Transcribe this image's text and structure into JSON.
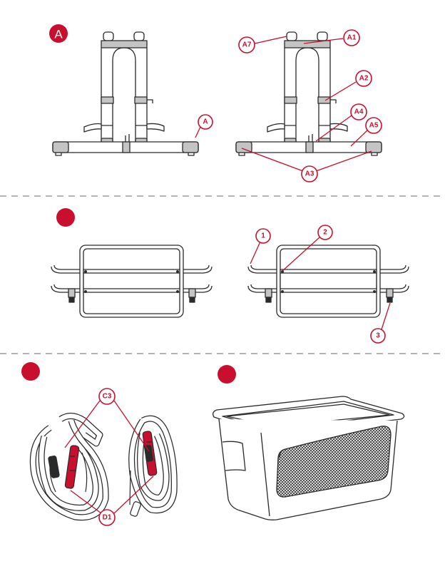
{
  "colors": {
    "accent": "#c8102e",
    "line": "#2a2a2a",
    "shade": "#c4c4c4",
    "divider": "#888888"
  },
  "sections": {
    "A": {
      "badge": "A",
      "labels": {
        "a": "A",
        "a1": "A1",
        "a2": "A2",
        "a3": "A3",
        "a4": "A4",
        "a5": "A5",
        "a7": "A7"
      }
    },
    "B": {
      "labels": {
        "one": "1",
        "two": "2",
        "three": "3"
      }
    },
    "C": {
      "labels": {
        "c3": "C3",
        "d1": "D1"
      }
    },
    "D": {}
  }
}
